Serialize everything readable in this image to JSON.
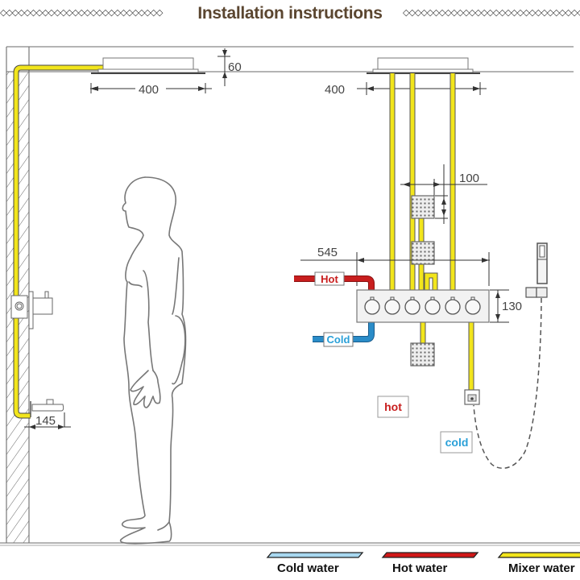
{
  "header": {
    "title": "Installation instructions",
    "left_ornament": "◇◇◇◇◇◇◇◇◇◇◇◇◇◇◇◇◇◇◇◇◇◇◇◇◇◇◇",
    "right_ornament": "◇◇◇◇◇◇◇◇◇◇◇◇◇◇◇◇◇◇◇◇◇◇◇◇◇◇◇◇◇◇◇"
  },
  "dimensions": {
    "left_ceiling_head_width": "400",
    "ceiling_head_height": "60",
    "right_ceiling_head_width": "400",
    "body_jet_spacing": "100",
    "valve_panel_width": "545",
    "valve_panel_height": "130",
    "spout_projection": "145"
  },
  "labels": {
    "hot_inlet": "Hot",
    "cold_inlet": "Cold",
    "hot_tag": "hot",
    "cold_tag": "cold"
  },
  "valve_panel": {
    "handle_count": 6
  },
  "legend": [
    {
      "label": "Cold water",
      "color": "#a8d8f0"
    },
    {
      "label": "Hot water",
      "color": "#d01818"
    },
    {
      "label": "Mixer water",
      "color": "#f2e51c"
    }
  ],
  "colors": {
    "title": "#5b4630",
    "cold_pipe": "#2a8cc8",
    "hot_pipe": "#c81e1e",
    "mixer_pipe": "#f2e51c",
    "hot_text": "#c81e1e",
    "cold_text": "#2aa0d8"
  }
}
